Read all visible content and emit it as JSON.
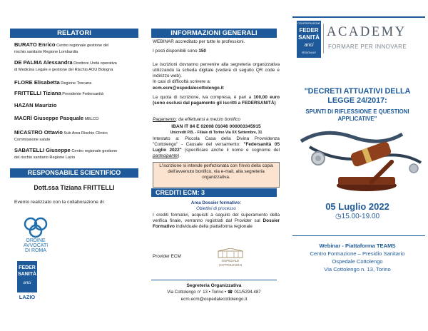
{
  "col1": {
    "relatori_header": "RELATORI",
    "speakers": [
      {
        "name": "BURATO Enrico",
        "role_inline": " Centro regionale gestione del",
        "role_line2": "rischio sanitario Regione Lombardia"
      },
      {
        "name": "DE PALMA Alessandra",
        "role_inline": " Direttore Unità operativa",
        "role_line2": "di Medicina Legale e gestione del Rischio AOU Bologna"
      },
      {
        "name": "FLORE Elisabetta",
        "role_inline": " Regione Toscana",
        "role_line2": ""
      },
      {
        "name": "FRITTELLI Tiziana",
        "role_inline": " Presidente Federsanità",
        "role_line2": ""
      },
      {
        "name": "HAZAN Maurizio",
        "role_inline": "",
        "role_line2": ""
      },
      {
        "name": "MACRÌ Giuseppe Pasquale",
        "role_inline": " MELCO",
        "role_line2": ""
      },
      {
        "name": "NICASTRO Ottavio",
        "role_inline": " Sub Area Rischio Clinico",
        "role_line2": "Commissione salute"
      },
      {
        "name": "SABATELLI Giuseppe",
        "role_inline": " Centro regionale gestione",
        "role_line2": "del rischio sanitario Regione Lazio"
      }
    ],
    "responsabile_header": "RESPONSABILE SCIENTIFICO",
    "responsabile_name": "Dott.ssa Tiziana FRITTELLI",
    "collab_text": "Evento realizzato con la collaborazione di:",
    "ordine_logo_text": [
      "ORDINE",
      "AVVOCATI",
      "DI ROMA"
    ],
    "fed_logo_text": [
      "FEDER",
      "SANITÀ",
      "anci"
    ],
    "fed_logo_region": "LAZIO"
  },
  "col2": {
    "info_header": "INFORMAZIONI GENERALI",
    "webinar_line": "WEBINAR accreditato per tutte le professioni.",
    "posti_label": "I posti disponibili sono ",
    "posti_value": "150",
    "iscrizioni_text": "Le iscrizioni dovranno pervenire alla segreteria organizzativa utilizzando la scheda digitale (vedere di seguito QR code e indirizzo web).",
    "difficolta_text": "In casi di difficoltà scrivere a:",
    "email": "ecm.ecm@ospedalecottolengo.it",
    "quota_text1": "La quota di iscrizione, iva compresa, è pari a",
    "quota_value": "100,00 euro",
    "quota_text2": " (sono esclusi dal pagamento gli iscritti a FEDERSANITÀ)",
    "pagamento_label": "Pagamento",
    "pagamento_text": ": da effettuarsi a mezzo bonifico",
    "iban": "IBAN IT 84 E 02008 01046 000003345915",
    "bank": "Unicredit P.B. - Filiale di Torino Via XX Settembre, 31",
    "intestato_text1": "Intestato a: Piccola Casa della Divina Provvidenza \"Cottolengo\" - Causale del versamento: ",
    "intestato_bold": "\"Federsanità 05 Luglio 2022\"",
    "intestato_text2": " (specificare anche il nome e cognome del ",
    "partecipante": "partecipante",
    "intestato_text3": ").",
    "box_text": "L'iscrizione si intende perfezionata con l'invio della copia dell'avvenuto bonifico, via e-mail, alla segreteria organizzativa.",
    "crediti_header": "CREDITI  ECM:  3",
    "area_label": "Area  Dossier formativo:",
    "area_value": "Obiettivi di processo",
    "crediti_text1": "I crediti formativi, acquisiti a seguito del superamento della verifica finale, verranno registrati dal Provider sul ",
    "crediti_bold": "Dossier Formativo",
    "crediti_text2": " individuale della piattaforma regionale",
    "provider_label": "Provider ECM",
    "provider_logo": [
      "OSPEDALE",
      "COTTOLENGO"
    ],
    "segreteria_title": "Segreteria  Organizzativa",
    "segreteria_addr": "Via Cottolengo n° 13 • Torino • ☎ 011/5294.487",
    "segreteria_email": "ecm.ecm@ospedalecottolengo.it"
  },
  "col3": {
    "fed_logo_top": "CONFEDERAZIONE",
    "fed_logo": [
      "FEDER",
      "SANITÀ",
      "anci"
    ],
    "fed_logo_bottom": "REGIONALE",
    "academy_title": "ACADEMY",
    "academy_sub": "FORMARE PER INNOVARE",
    "title_lines": [
      "\"DECRETI ATTUATIVI DELLA",
      "LEGGE 24/2017:"
    ],
    "subtitle_lines": [
      "SPUNTI DI RIFLESSIONE E QUESTIONI",
      "APPLICATIVE\""
    ],
    "date": "05 Luglio 2022",
    "time": "15.00-19.00",
    "webinar_title": "Webinar - Piattaforma TEAMS",
    "venue_lines": [
      "Centro Formazione – Presidio Sanitario",
      "Ospedale Cottolengo",
      "Via  Cottolengo  n. 13,  Torino"
    ]
  }
}
